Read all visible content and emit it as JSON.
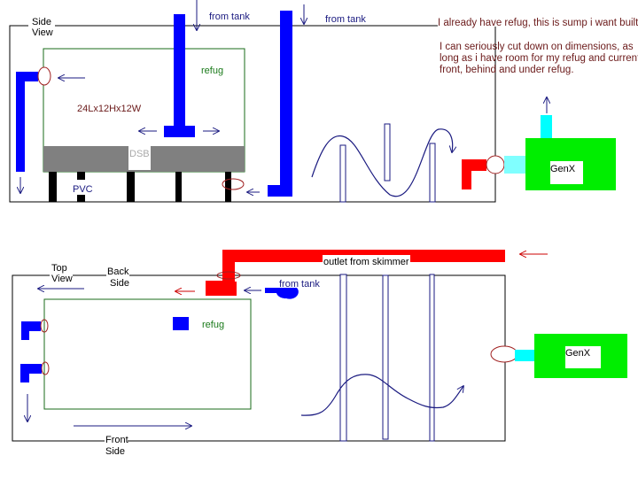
{
  "side_view": {
    "view_label": [
      "Side",
      "View"
    ],
    "from_tank_1": "from tank",
    "from_tank_2": "from tank",
    "refug_label": "refug",
    "dimensions": "24Lx12Hx12W",
    "dsb_label": "DSB",
    "pvc_label": "PVC",
    "genx_label": "GenX"
  },
  "notes": {
    "headline": "I already have refug, this is sump i want built",
    "body": [
      "I can seriously cut down on dimensions, as",
      "long as i have room for my refug and current in",
      "front, behind and under refug."
    ]
  },
  "top_view": {
    "view_label": [
      "Top",
      "View"
    ],
    "back_label": [
      "Back",
      "Side"
    ],
    "front_label": [
      "Front",
      "Side"
    ],
    "refug_label": "refug",
    "from_tank": "from tank",
    "skimmer_label": "outlet from skimmer",
    "genx_label": "GenX"
  },
  "colors": {
    "pipe_blue": "#0000ff",
    "return_red": "#ff0000",
    "pump_green": "#00ff00",
    "fitting_cyan": "#00ffff",
    "refug_outline": "#1a6b1a",
    "dsb_grey": "#808080",
    "annotation_brown": "#6b1a1a",
    "arrow_navy": "#1a1a80"
  }
}
